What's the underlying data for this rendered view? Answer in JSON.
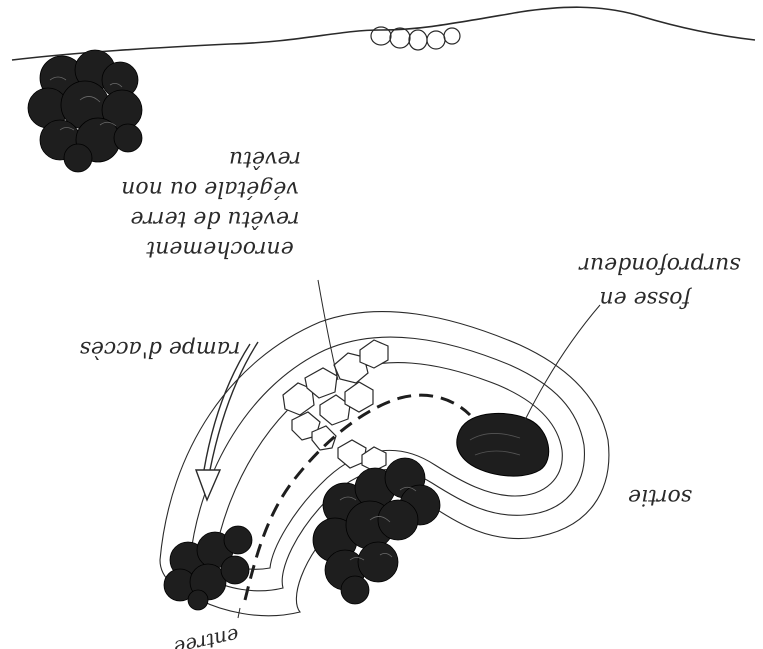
{
  "labels": {
    "enrochement_line1": "enrochement",
    "enrochement_line2": "revêtu de terre",
    "enrochement_line3": "végétale ou non",
    "enrochement_line4": "revêtu",
    "rampe": "rampe d'accès",
    "fosse_line1": "fosse en",
    "fosse_line2": "surprofondeur",
    "sortie": "sortie",
    "entree": "entrée"
  },
  "colors": {
    "ink": "#2a2a2a",
    "rock_fill": "#1e1e1e",
    "paper": "#ffffff"
  }
}
